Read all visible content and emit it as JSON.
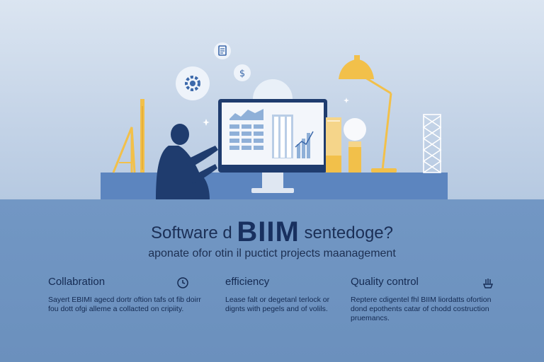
{
  "headline": {
    "pre": "Software d",
    "big": "BIIM",
    "post": "sentedoge?"
  },
  "subline": "aponate ofor otin il puctict projects maanagement",
  "features": [
    {
      "title": "Collabration",
      "icon": "clock-icon",
      "body": "Sayert EBIMI agecd dortr oftion tafs ot fib doirr fou dott ofgi alleme a collacted on cripiity."
    },
    {
      "title": "efficiency",
      "icon": "",
      "body": "Lease falt or degetanl terlock or dignts with pegels and of volils."
    },
    {
      "title": "Quality control",
      "icon": "hand-icon",
      "body": "Reptere cdigentel fhl BIIM liordatts ofortion dond epothents catar of chodd costruction pruemancs."
    }
  ],
  "colors": {
    "navy": "#1f3c6e",
    "gold": "#f2c04a",
    "accent_blue": "#3b68aa",
    "hero_bg": "#cdd9ea",
    "section_bg": "#6f93bf",
    "text_dark": "#142a52"
  },
  "illustration": {
    "person": "person-silhouette",
    "monitor": "monitor-icon",
    "lamp": "desk-lamp-icon",
    "gear": "gear-icon",
    "dollar": "dollar-icon",
    "document": "document-icon",
    "crane": "crane-icon",
    "tower": "lattice-tower-icon",
    "sparkle": "sparkle-icon"
  }
}
